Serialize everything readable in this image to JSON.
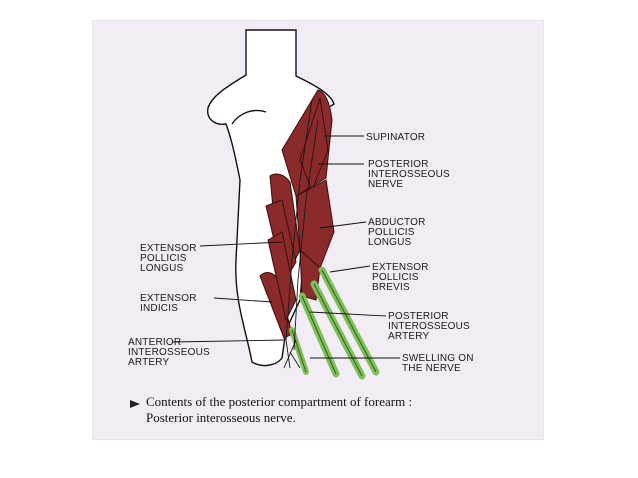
{
  "figure": {
    "labels": {
      "supinator": "SUPINATOR",
      "pin_top": [
        "POSTERIOR",
        "INTEROSSEOUS",
        "NERVE"
      ],
      "abductor": [
        "ABDUCTOR",
        "POLLICIS",
        "LONGUS"
      ],
      "epl": [
        "EXTENSOR",
        "POLLICIS",
        "LONGUS"
      ],
      "epb": [
        "EXTENSOR",
        "POLLICIS",
        "BREVIS"
      ],
      "ei": [
        "EXTENSOR",
        "INDICIS"
      ],
      "pia": [
        "POSTERIOR",
        "INTEROSSEOUS",
        "ARTERY"
      ],
      "aia": [
        "ANTERIOR",
        "INTEROSSEOUS",
        "ARTERY"
      ],
      "swelling": [
        "SWELLING ON",
        "THE NERVE"
      ]
    },
    "caption": {
      "line1": "Contents of the posterior compartment of forearm :",
      "line2": "Posterior interosseous nerve."
    },
    "colors": {
      "muscle": "#8b2a2a",
      "muscle_stroke": "#3a0d0d",
      "tendon": "#7fbf5a",
      "background_page": "#f2edf4"
    }
  }
}
